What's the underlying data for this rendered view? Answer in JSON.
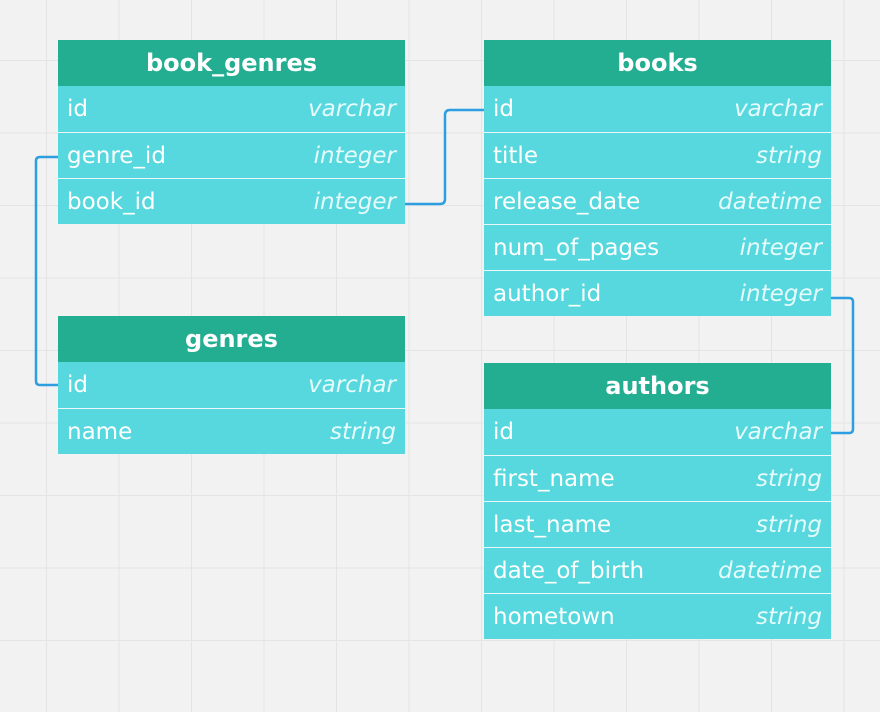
{
  "tables": {
    "book_genres": {
      "name": "book_genres",
      "fields": [
        {
          "name": "id",
          "type": "varchar"
        },
        {
          "name": "genre_id",
          "type": "integer"
        },
        {
          "name": "book_id",
          "type": "integer"
        }
      ]
    },
    "genres": {
      "name": "genres",
      "fields": [
        {
          "name": "id",
          "type": "varchar"
        },
        {
          "name": "name",
          "type": "string"
        }
      ]
    },
    "books": {
      "name": "books",
      "fields": [
        {
          "name": "id",
          "type": "varchar"
        },
        {
          "name": "title",
          "type": "string"
        },
        {
          "name": "release_date",
          "type": "datetime"
        },
        {
          "name": "num_of_pages",
          "type": "integer"
        },
        {
          "name": "author_id",
          "type": "integer"
        }
      ]
    },
    "authors": {
      "name": "authors",
      "fields": [
        {
          "name": "id",
          "type": "varchar"
        },
        {
          "name": "first_name",
          "type": "string"
        },
        {
          "name": "last_name",
          "type": "string"
        },
        {
          "name": "date_of_birth",
          "type": "datetime"
        },
        {
          "name": "hometown",
          "type": "string"
        }
      ]
    }
  },
  "relationships": [
    {
      "from": "book_genres.genre_id",
      "to": "genres.id"
    },
    {
      "from": "book_genres.book_id",
      "to": "books.id"
    },
    {
      "from": "books.author_id",
      "to": "authors.id"
    }
  ],
  "colors": {
    "header": "#23ae92",
    "row": "#56d8de",
    "connector": "#2d9ee0",
    "background": "#f2f2f2"
  }
}
